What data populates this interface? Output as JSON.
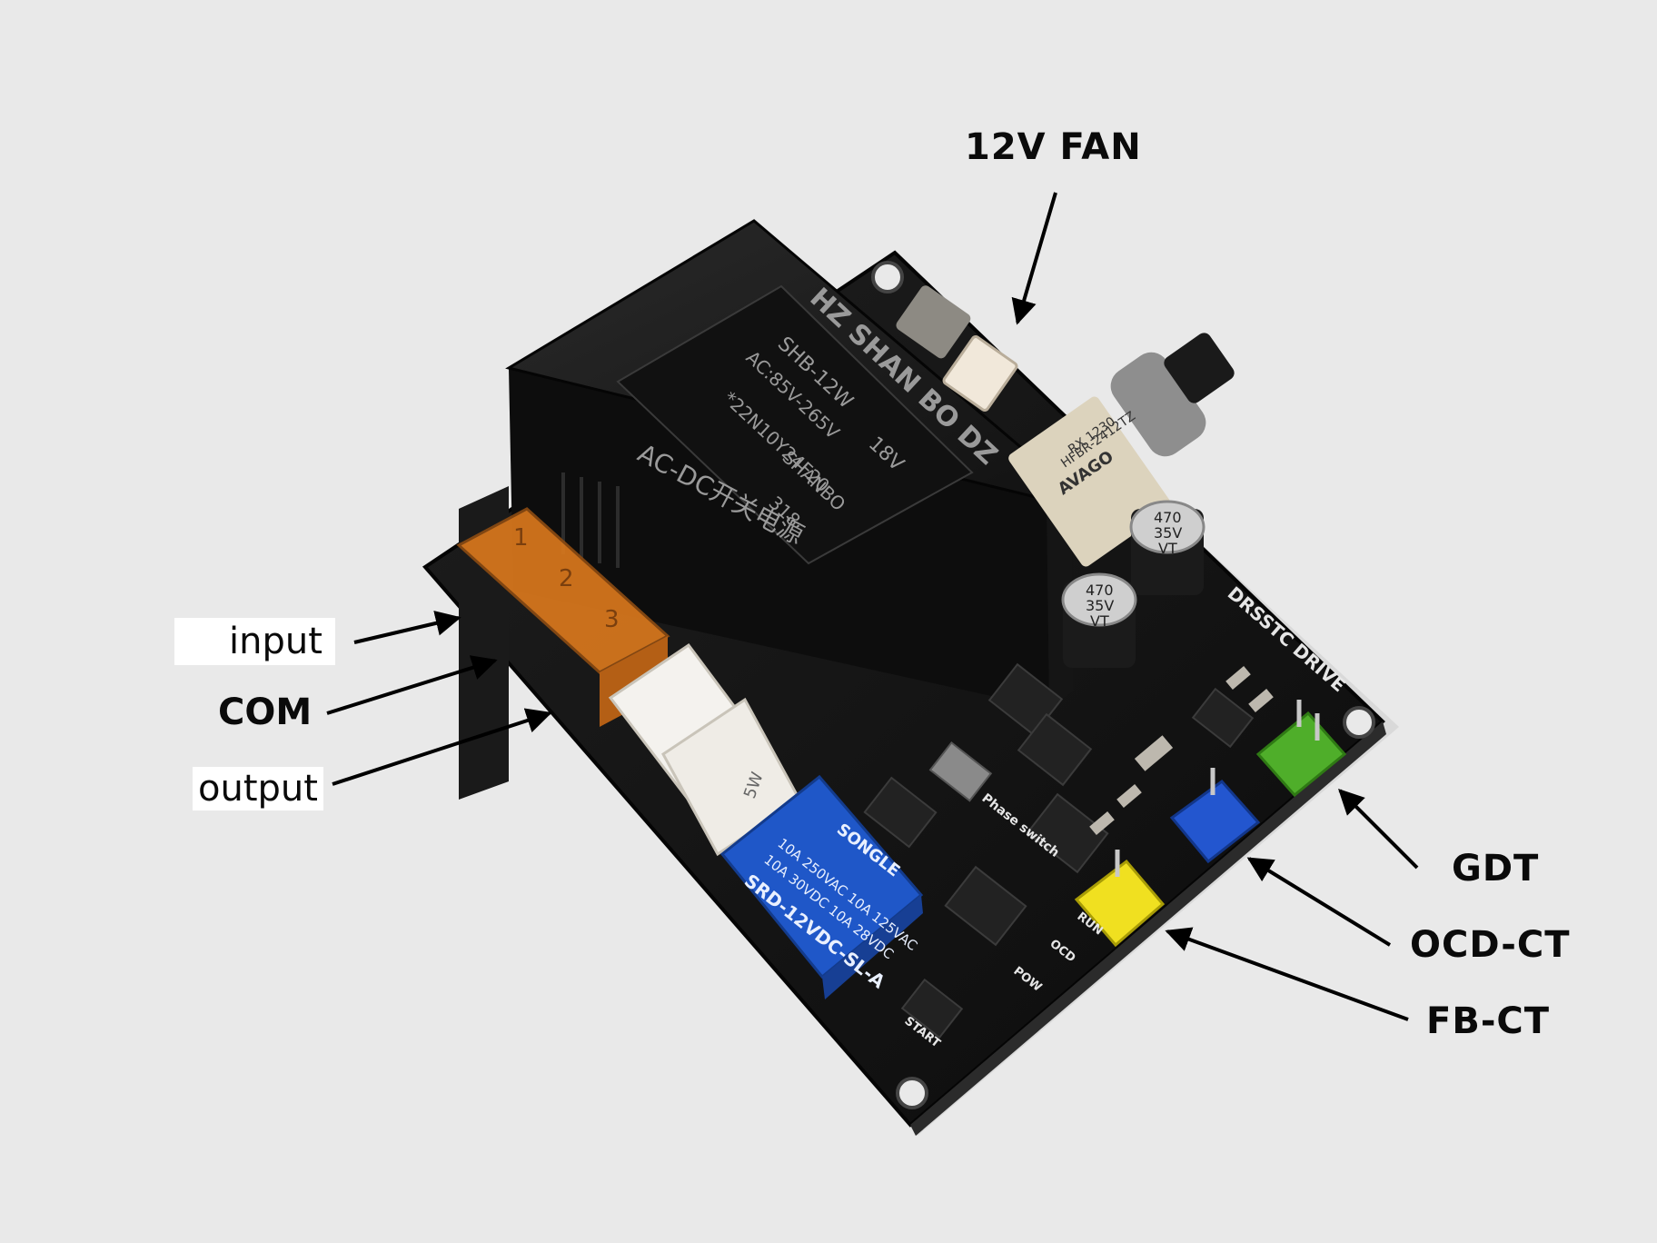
{
  "labels": {
    "fan": "12V FAN",
    "input": "input",
    "com": "COM",
    "output": "output",
    "gdt": "GDT",
    "ocd_ct": "OCD-CT",
    "fb_ct": "FB-CT"
  },
  "board": {
    "brand": "DRSSTC DRIVE",
    "module_brand": "HZ SHAN BO DZ",
    "module_model": "SHB-12W",
    "module_range": "AC:85V-265V",
    "module_voltage": "18V",
    "module_code": "*22N10Y24F20",
    "module_maker": "SHANBO",
    "module_batch": "318",
    "module_side_text": "AC-DC开关电源",
    "relay_brand": "SONGLE",
    "relay_model": "SRD-12VDC-SL-A",
    "relay_rating_1": "10A 250VAC  10A 125VAC",
    "relay_rating_2": "10A 30VDC  10A 28VDC",
    "cap_value": "470",
    "cap_voltage": "35V",
    "cap_series": "VT",
    "resistor": "5W",
    "fiber_brand": "AVAGO",
    "fiber_model": "HFBR-2412TZ",
    "fiber_batch": "RX 1230",
    "switch_label": "Phase switch",
    "pad_start": "START",
    "pad_pow": "POW",
    "pad_ocd": "OCD",
    "pad_run": "RUN",
    "fuse_marks": [
      "1",
      "2",
      "3"
    ]
  },
  "colors": {
    "background": "#e9e9e9",
    "pcb": "#141414",
    "module": "#1c1c1c",
    "fuse": "#d9781d",
    "relay": "#1f57c8",
    "gdt_connector": "#4fae2a",
    "ocd_connector": "#2356cf",
    "fb_connector": "#f0e020",
    "arrow": "#000000"
  }
}
